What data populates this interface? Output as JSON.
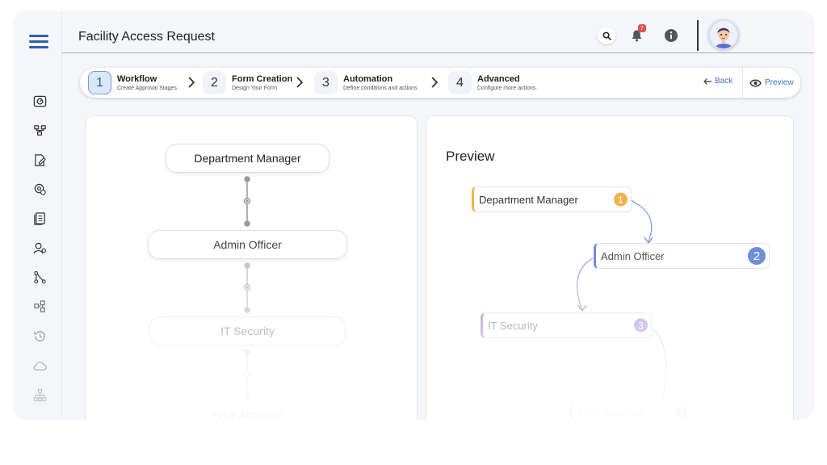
{
  "header": {
    "title": "Facility Access Request",
    "notification_count": "7"
  },
  "sidebar": {
    "icons": [
      "dashboard-icon",
      "workflow-icon",
      "form-edit-icon",
      "settings-shield-icon",
      "documents-icon",
      "user-settings-icon",
      "hierarchy-icon",
      "modules-icon",
      "history-icon",
      "cloud-settings-icon",
      "org-chart-icon",
      "more-icon"
    ]
  },
  "stepper": {
    "steps": [
      {
        "num": "1",
        "title": "Workflow",
        "sub": "Create Approval Stages"
      },
      {
        "num": "2",
        "title": "Form Creation",
        "sub": "Design Your Form"
      },
      {
        "num": "3",
        "title": "Automation",
        "sub": "Define conditions and actions"
      },
      {
        "num": "4",
        "title": "Advanced",
        "sub": "Configure more actions."
      }
    ],
    "back_label": "Back",
    "preview_label": "Preview"
  },
  "workflow": {
    "nodes": [
      "Department Manager",
      "Admin Officer",
      "IT Security",
      "Final Approval"
    ]
  },
  "preview": {
    "title": "Preview",
    "nodes": [
      {
        "label": "Department Manager",
        "num": "1",
        "color": "#f2b34c"
      },
      {
        "label": "Admin Officer",
        "num": "2",
        "color": "#6a90d8"
      },
      {
        "label": "IT Security",
        "num": "3",
        "color": "#a68bd8"
      },
      {
        "label": "Final Approval",
        "num": "4",
        "color": "#3fae9a"
      }
    ]
  },
  "colors": {
    "accent": "#2f5fa8",
    "link": "#3a73c4",
    "badge": "#e0544f"
  }
}
